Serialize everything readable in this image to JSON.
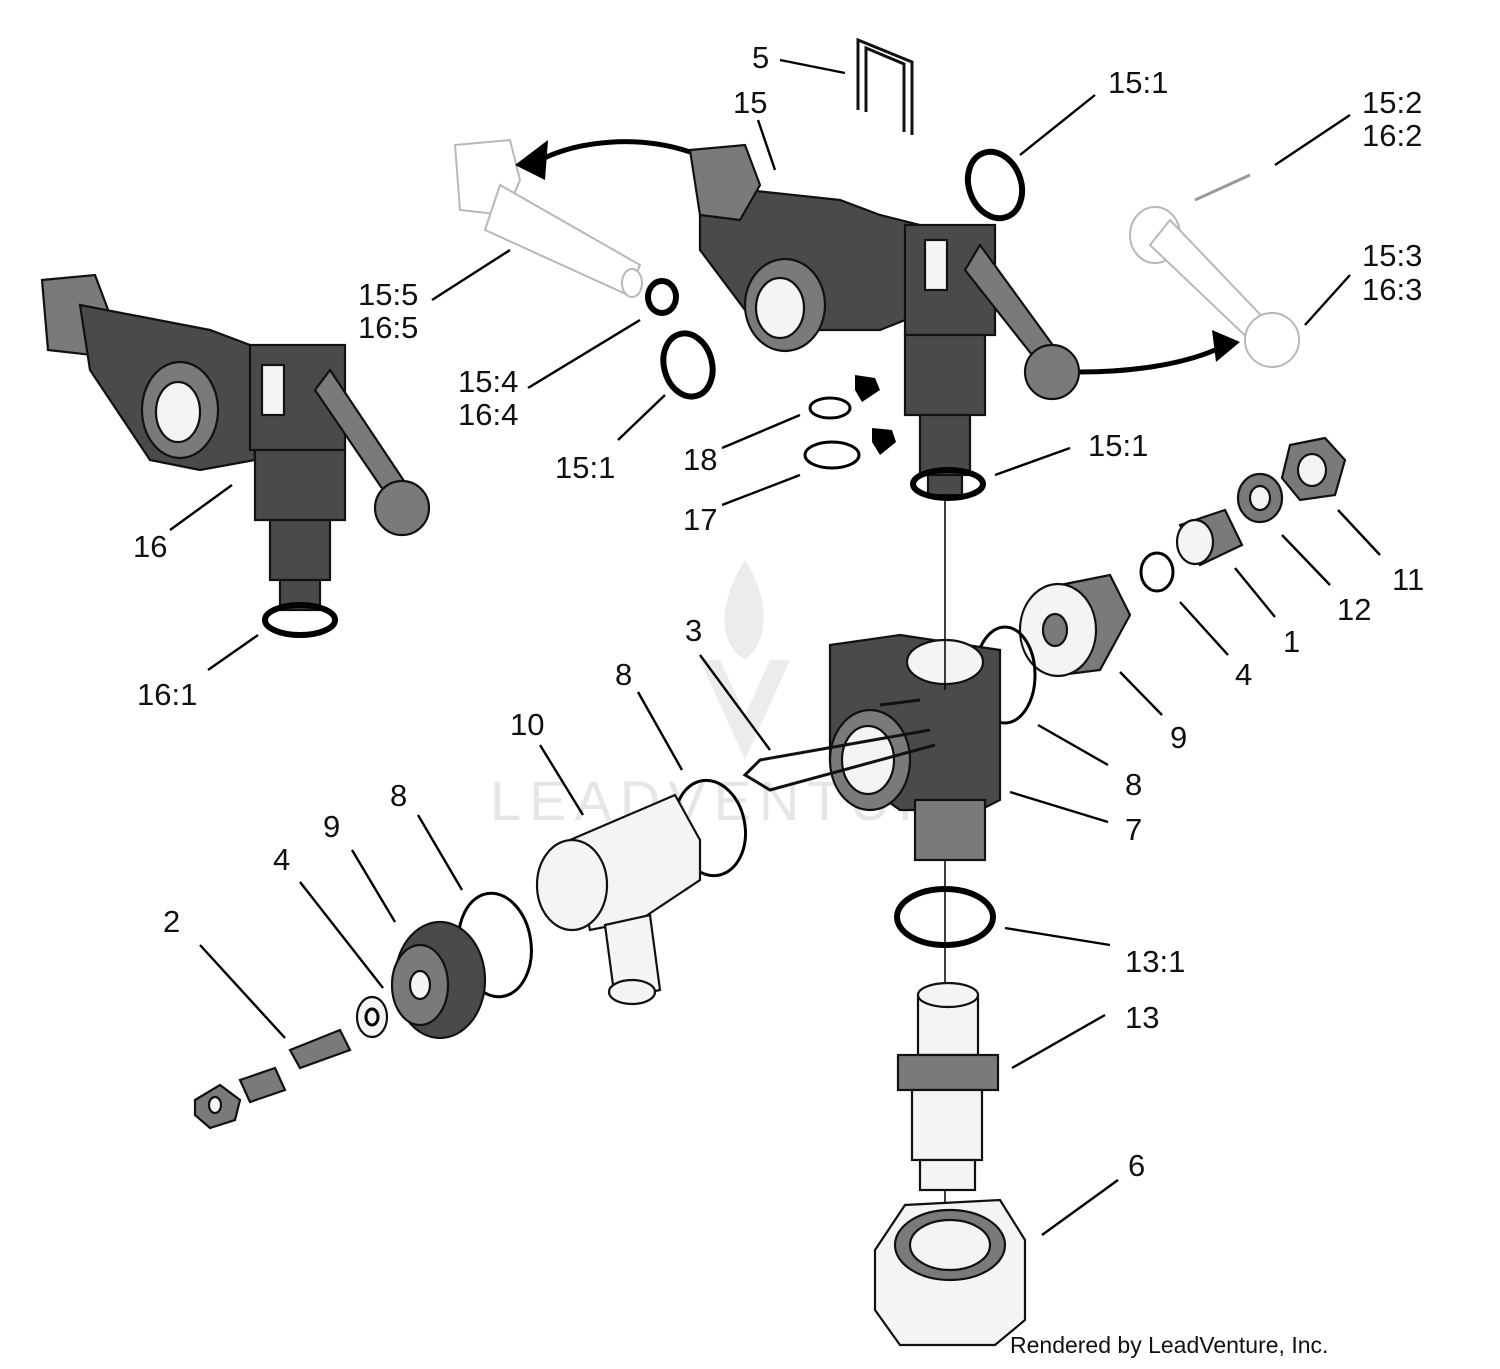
{
  "credit": "Rendered by LeadVenture, Inc.",
  "watermark": "LEADVENTURE",
  "callouts": [
    {
      "id": "5",
      "lines": [
        "5"
      ]
    },
    {
      "id": "15",
      "lines": [
        "15"
      ]
    },
    {
      "id": "15-1-top",
      "lines": [
        "15:1"
      ]
    },
    {
      "id": "15-2",
      "lines": [
        "15:2",
        "16:2"
      ]
    },
    {
      "id": "15-3",
      "lines": [
        "15:3",
        "16:3"
      ]
    },
    {
      "id": "15-5",
      "lines": [
        "15:5",
        "16:5"
      ]
    },
    {
      "id": "15-4",
      "lines": [
        "15:4",
        "16:4"
      ]
    },
    {
      "id": "15-1-left",
      "lines": [
        "15:1"
      ]
    },
    {
      "id": "18",
      "lines": [
        "18"
      ]
    },
    {
      "id": "17",
      "lines": [
        "17"
      ]
    },
    {
      "id": "15-1-right",
      "lines": [
        "15:1"
      ]
    },
    {
      "id": "16",
      "lines": [
        "16"
      ]
    },
    {
      "id": "16-1",
      "lines": [
        "16:1"
      ]
    },
    {
      "id": "11",
      "lines": [
        "11"
      ]
    },
    {
      "id": "12",
      "lines": [
        "12"
      ]
    },
    {
      "id": "1",
      "lines": [
        "1"
      ]
    },
    {
      "id": "4-right",
      "lines": [
        "4"
      ]
    },
    {
      "id": "9-right",
      "lines": [
        "9"
      ]
    },
    {
      "id": "3",
      "lines": [
        "3"
      ]
    },
    {
      "id": "8-mid",
      "lines": [
        "8"
      ]
    },
    {
      "id": "10",
      "lines": [
        "10"
      ]
    },
    {
      "id": "8-right",
      "lines": [
        "8"
      ]
    },
    {
      "id": "7",
      "lines": [
        "7"
      ]
    },
    {
      "id": "8-left",
      "lines": [
        "8"
      ]
    },
    {
      "id": "9-left",
      "lines": [
        "9"
      ]
    },
    {
      "id": "4-left",
      "lines": [
        "4"
      ]
    },
    {
      "id": "2",
      "lines": [
        "2"
      ]
    },
    {
      "id": "13-1",
      "lines": [
        "13:1"
      ]
    },
    {
      "id": "13",
      "lines": [
        "13"
      ]
    },
    {
      "id": "6",
      "lines": [
        "6"
      ]
    }
  ]
}
